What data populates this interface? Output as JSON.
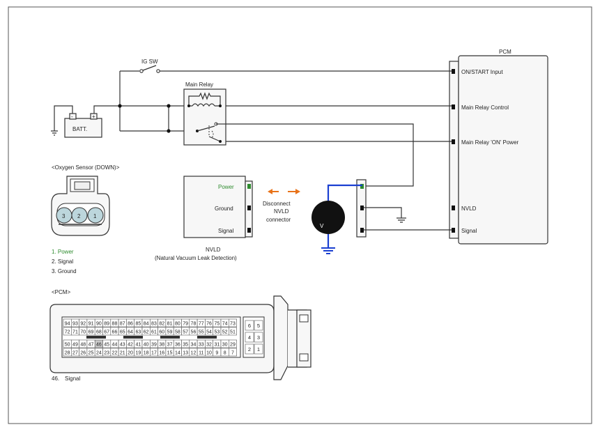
{
  "colors": {
    "power_green": "#2e8b2e",
    "arrow_orange": "#e8731a",
    "test_wire_blue": "#1a3fd1",
    "highlight_pin": "#c8c8c8"
  },
  "components": {
    "ig_sw": "IG SW",
    "main_relay": "Main Relay",
    "battery": "BATT.",
    "battery_neg": "-",
    "battery_pos": "+",
    "pcm_title": "PCM",
    "voltmeter": "V"
  },
  "pcm_pins": {
    "on_start": "ON/START Input",
    "relay_control": "Main Relay Control",
    "relay_on_power": "Main Relay 'ON' Power",
    "nvld": "NVLD",
    "signal": "Signal"
  },
  "nvld": {
    "power": "Power",
    "ground": "Ground",
    "signal": "Signal",
    "name": "NVLD",
    "full_name": "(Natural Vacuum Leak Detection)"
  },
  "disconnect": {
    "line1": "Disconnect",
    "line2": "NVLD",
    "line3": "connector"
  },
  "oxygen_sensor": {
    "title": "<Oxygen Sensor (DOWN)>",
    "pins": [
      "3",
      "2",
      "1"
    ],
    "legend": [
      "1. Power",
      "2. Signal",
      "3. Ground"
    ]
  },
  "pcm_connector": {
    "title": "<PCM>",
    "row1": [
      "94",
      "93",
      "92",
      "91",
      "90",
      "89",
      "88",
      "87",
      "86",
      "85",
      "84",
      "83",
      "82",
      "81",
      "80",
      "79",
      "78",
      "77",
      "76",
      "75",
      "74",
      "73"
    ],
    "row2": [
      "72",
      "71",
      "70",
      "69",
      "68",
      "67",
      "66",
      "65",
      "64",
      "63",
      "62",
      "61",
      "60",
      "59",
      "58",
      "57",
      "56",
      "55",
      "54",
      "53",
      "52",
      "51"
    ],
    "row3": [
      "50",
      "49",
      "48",
      "47",
      "46",
      "45",
      "44",
      "43",
      "42",
      "41",
      "40",
      "39",
      "38",
      "37",
      "36",
      "35",
      "34",
      "33",
      "32",
      "31",
      "30",
      "29"
    ],
    "row4": [
      "28",
      "27",
      "26",
      "25",
      "24",
      "23",
      "22",
      "21",
      "20",
      "19",
      "18",
      "17",
      "16",
      "15",
      "14",
      "13",
      "12",
      "11",
      "10",
      "9",
      "8",
      "7"
    ],
    "small_block": [
      "6",
      "5",
      "4",
      "3",
      "2",
      "1"
    ],
    "highlight": "46",
    "note_num": "46.",
    "note_text": "Signal"
  }
}
